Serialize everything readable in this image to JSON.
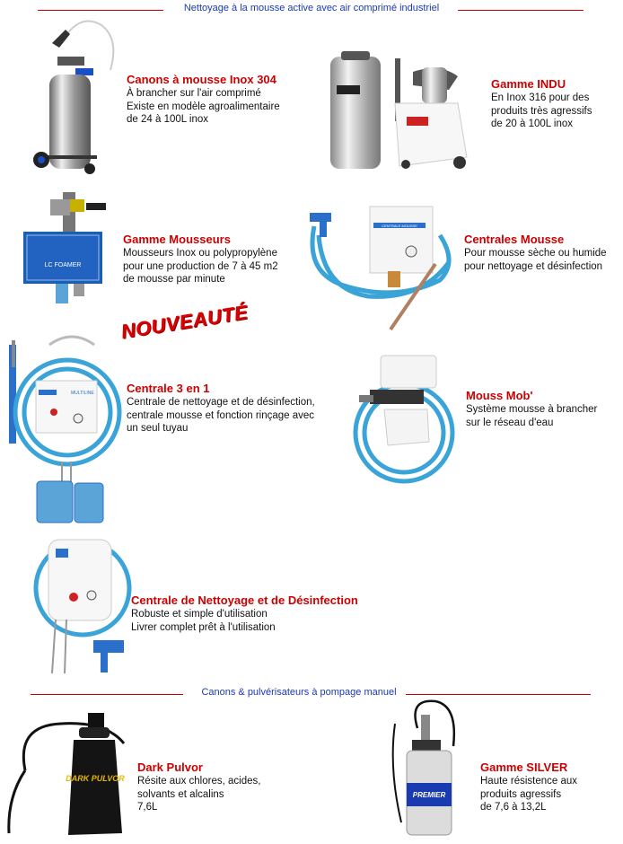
{
  "headers": {
    "foam": "Nettoyage à la mousse active avec air comprimé industriel",
    "manual": "Canons & pulvérisateurs à pompage manuel"
  },
  "badge": "NOUVEAUTÉ",
  "products": {
    "canons": {
      "title": "Canons à mousse Inox 304",
      "lines": [
        "À brancher sur l'air comprimé",
        "Existe en modèle agroalimentaire",
        "de 24 à 100L inox"
      ]
    },
    "indu": {
      "title": "Gamme INDU",
      "lines": [
        "En Inox 316 pour des",
        "produits très agressifs",
        "de 20 à 100L inox"
      ]
    },
    "mousseurs": {
      "title": "Gamme Mousseurs",
      "lines": [
        "Mousseurs Inox ou polypropylène",
        "pour une production de 7 à 45 m2",
        "de mousse par minute"
      ]
    },
    "centrales": {
      "title": "Centrales Mousse",
      "lines": [
        "Pour mousse sèche ou humide",
        "pour nettoyage et désinfection"
      ]
    },
    "trois": {
      "title": "Centrale 3 en 1",
      "lines": [
        "Centrale de nettoyage et de désinfection,",
        "centrale mousse et fonction rinçage avec",
        "un seul tuyau"
      ]
    },
    "mob": {
      "title": "Mouss Mob'",
      "lines": [
        "Système mousse à brancher",
        "sur le réseau d'eau"
      ]
    },
    "nettoyage": {
      "title": "Centrale de Nettoyage et de Désinfection",
      "lines": [
        "Robuste et simple d'utilisation",
        "Livrer complet prêt à l'utilisation"
      ]
    },
    "dark": {
      "title": "Dark Pulvor",
      "lines": [
        "Résite aux chlores, acides,",
        "solvants et alcalins",
        "7,6L"
      ]
    },
    "silver": {
      "title": "Gamme SILVER",
      "lines": [
        "Haute résistence aux",
        "produits agressifs",
        "de 7,6 à 13,2L"
      ]
    }
  },
  "labels": {
    "dark_sprayer": "DARK PULVOR",
    "premier_sprayer": "PREMIER",
    "foamer": "LC FOAMER",
    "centrale_panel": "CENTRALE MOUSSE",
    "multiline": "MULTILINE"
  },
  "colors": {
    "accent": "#cc0000",
    "header_text": "#1a3ab0",
    "hose": "#3aa3d8"
  }
}
